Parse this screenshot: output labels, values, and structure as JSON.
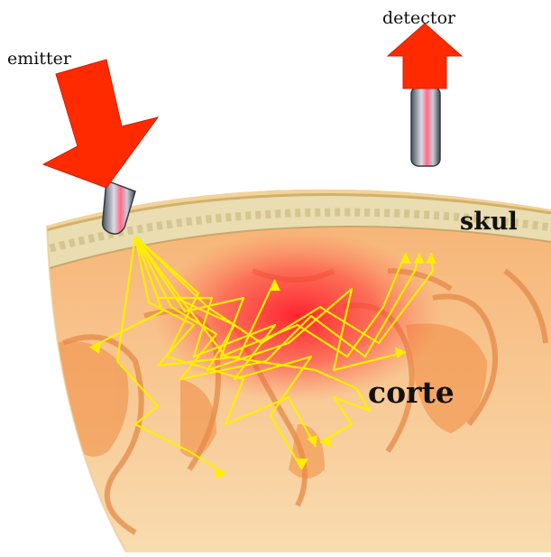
{
  "labels": {
    "emitter": "emitter",
    "detector": "detector",
    "skull": "skul",
    "cortex": "corte"
  },
  "colors": {
    "arrow": "#ff2a00",
    "photon_path": "#ffee00",
    "activation": "#ff1a2a",
    "scalp": "#f0d49a",
    "bone": "#e8dcae",
    "brain": "#f4a864"
  },
  "icons": {
    "emitter_arrow": "down-right-arrow",
    "detector_arrow": "up-arrow"
  }
}
